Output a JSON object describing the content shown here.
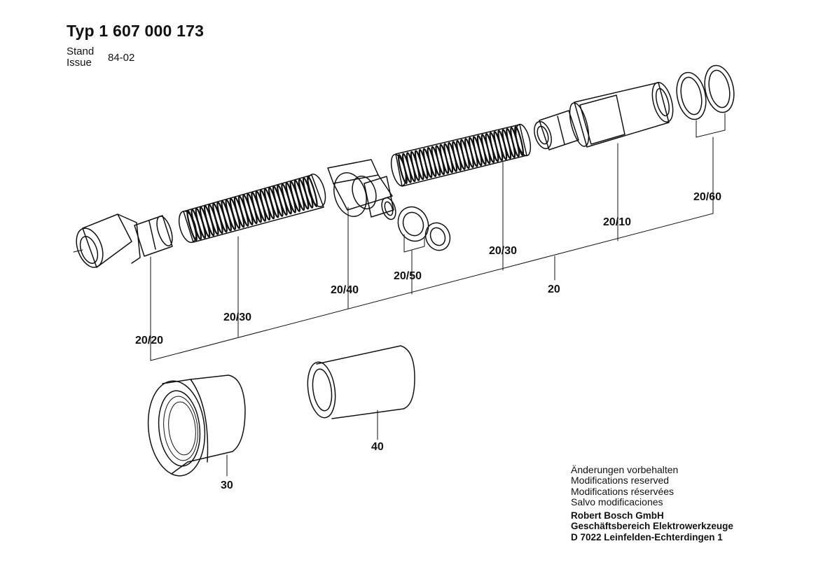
{
  "header": {
    "title": "Typ 1 607 000 173",
    "stand_label": "Stand",
    "issue_label": "Issue",
    "issue_value": "84-02"
  },
  "labels": {
    "p20_20": "20/20",
    "p20_30_left": "20/30",
    "p20_40": "20/40",
    "p20_50": "20/50",
    "p20_30_right": "20/30",
    "p20": "20",
    "p20_10": "20/10",
    "p20_60": "20/60",
    "p30": "30",
    "p40": "40"
  },
  "footer": {
    "notes": [
      "Änderungen vorbehalten",
      "Modifications reserved",
      "Modifications réservées",
      "Salvo modificaciones"
    ],
    "company": [
      "Robert Bosch GmbH",
      "Geschäftsbereich Elektrowerkzeuge",
      "D 7022 Leinfelden-Echterdingen 1"
    ]
  }
}
